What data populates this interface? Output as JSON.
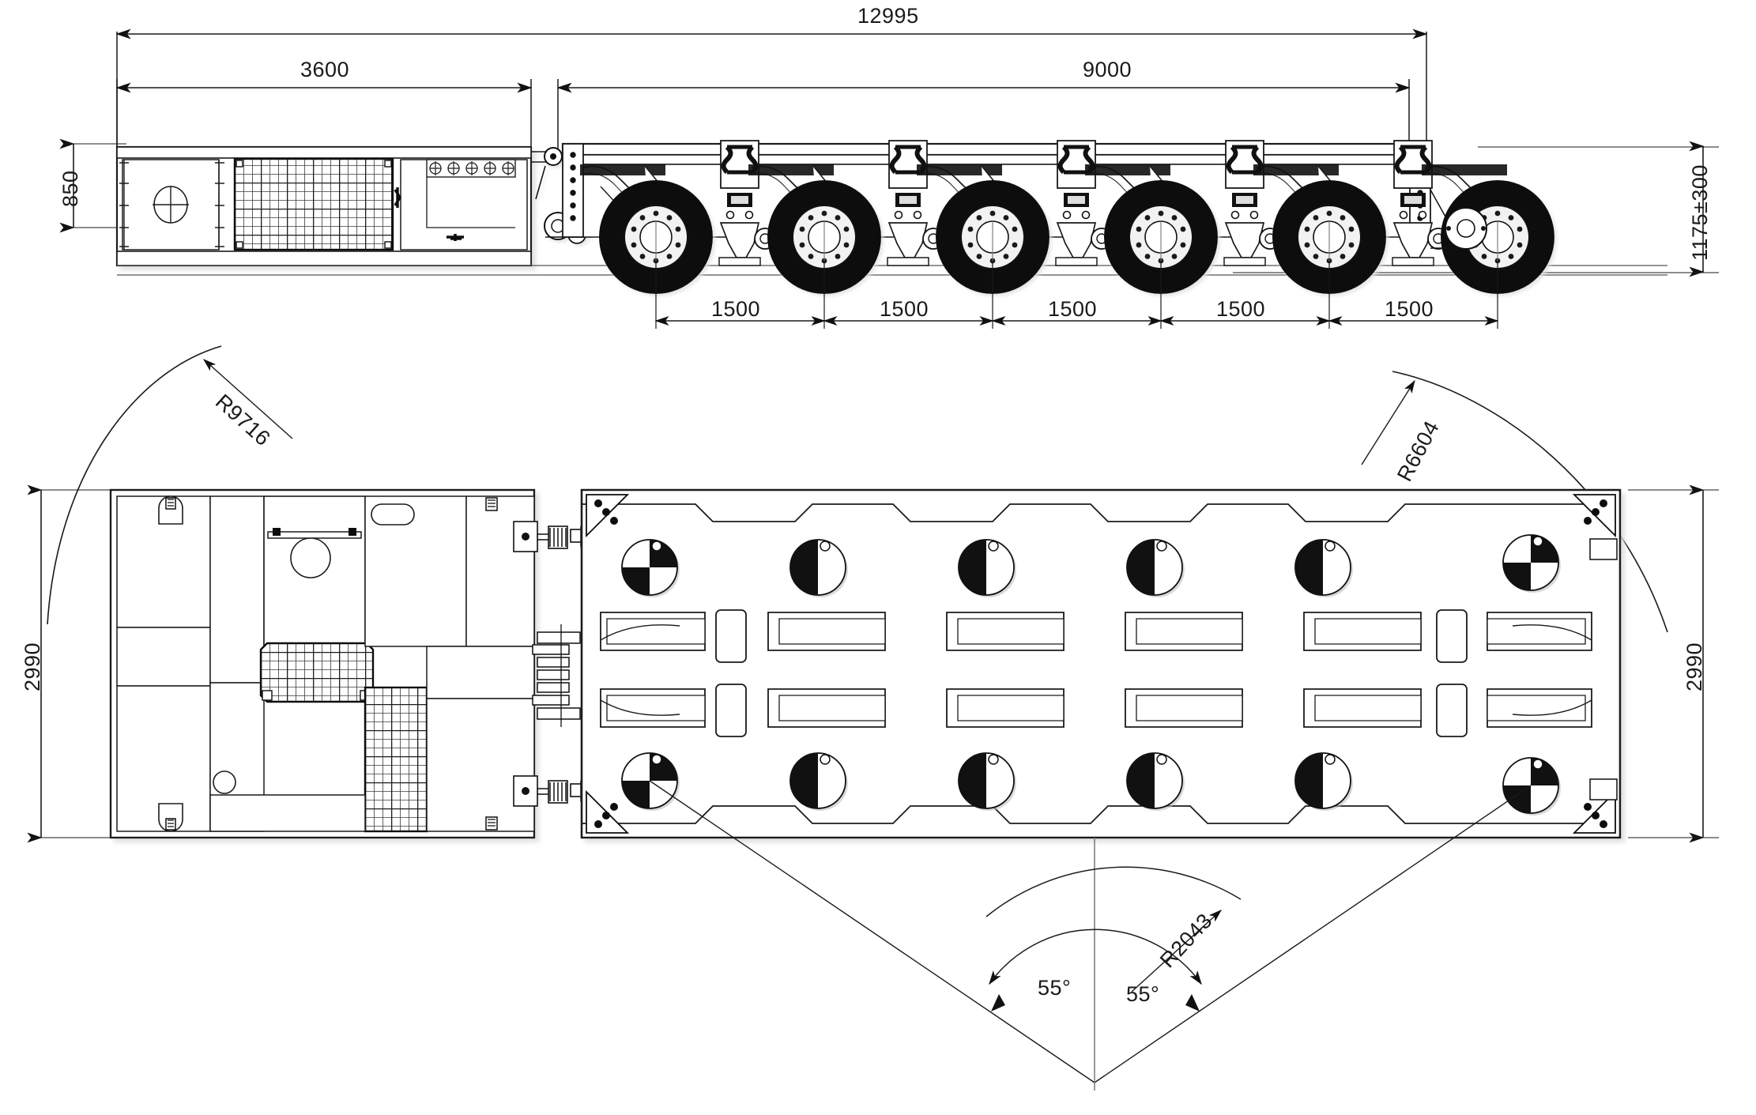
{
  "drawing": {
    "kind": "engineering-drawing",
    "subject": "Self-propelled modular transporter with power pack unit",
    "views": [
      {
        "id": "side-elevation",
        "label": "Side elevation"
      },
      {
        "id": "plan-view",
        "label": "Plan view"
      }
    ]
  },
  "dimensions": {
    "overall_length": "12995",
    "platform_length": "9000",
    "powerpack_length": "3600",
    "powerpack_height": "850",
    "deck_height": "1175±300",
    "axle_spacing": [
      "1500",
      "1500",
      "1500",
      "1500",
      "1500"
    ],
    "width_left": "2990",
    "width_right": "2990"
  },
  "radii": {
    "outer_front": "R9716",
    "outer_rear": "R6604",
    "inner": "R2043"
  },
  "angles": {
    "steer_left": "55°",
    "steer_right": "55°"
  },
  "counts": {
    "axle_lines": 6,
    "wheels_per_side": 6,
    "plan_wheel_circles": 12
  },
  "colors": {
    "line": "#1a1a1a",
    "thin_line": "#444444",
    "tire": "#0b0b0b",
    "fill": "#ffffff",
    "shadow": "#c9c9c9",
    "hatch": "#3a3a3a"
  }
}
